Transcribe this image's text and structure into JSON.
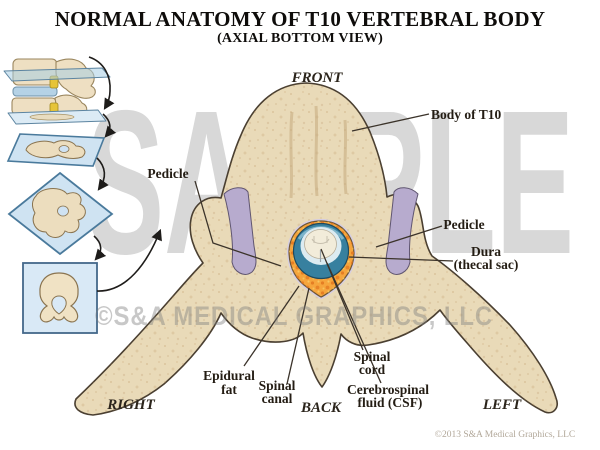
{
  "title": "NORMAL ANATOMY OF T10 VERTEBRAL BODY",
  "subtitle": "(AXIAL BOTTOM VIEW)",
  "orientation": {
    "front": "FRONT",
    "back": "BACK",
    "left": "LEFT",
    "right": "RIGHT"
  },
  "labels": {
    "body_of_t10": "Body of T10",
    "pedicle_left": "Pedicle",
    "pedicle_right": "Pedicle",
    "dura": {
      "line1": "Dura",
      "line2": "(thecal sac)"
    },
    "epidural_fat": {
      "line1": "Epidural",
      "line2": "fat"
    },
    "spinal_canal": {
      "line1": "Spinal",
      "line2": "canal"
    },
    "spinal_cord": {
      "line1": "Spinal",
      "line2": "cord"
    },
    "csf": {
      "line1": "Cerebrospinal",
      "line2": "fluid (CSF)"
    }
  },
  "watermark": {
    "sample": "SAMPLE",
    "center": "©S&A MEDICAL GRAPHICS, LLC"
  },
  "footer_copyright": "©2013 S&A Medical Graphics, LLC",
  "colors": {
    "bone": "#e9dab8",
    "bone_outline": "#4a3f31",
    "epidural_fat": "#f6a53c",
    "dura": "#37809f",
    "csf": "#dcebf1",
    "spinal_cord": "#f2ecda",
    "facet_cartilage": "#b7abce",
    "inset_plane": "#cfe3f2",
    "watermark_gray": "#d8d8d8"
  }
}
